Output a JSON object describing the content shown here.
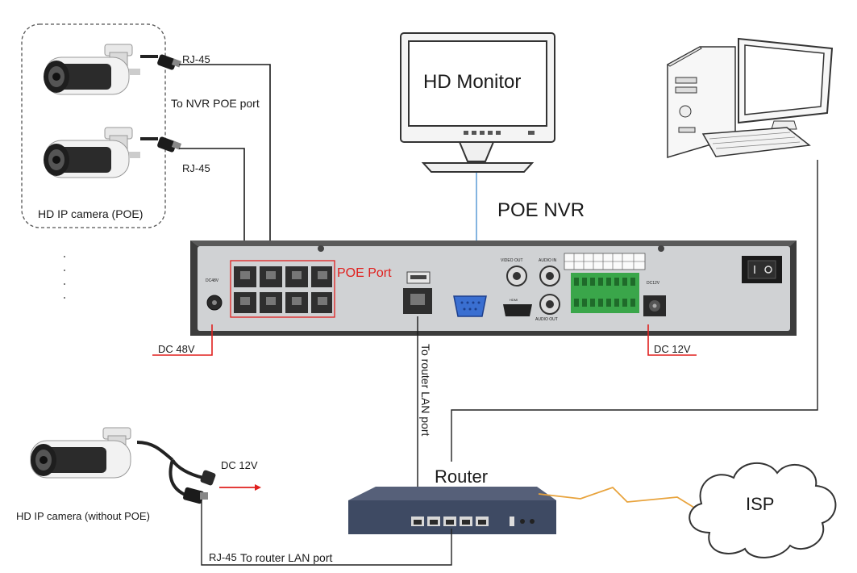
{
  "labels": {
    "rj45_top": "RJ-45",
    "to_nvr_poe_port": "To NVR POE port",
    "rj45_second": "RJ-45",
    "hd_ip_camera_poe": "HD IP camera (POE)",
    "hd_monitor": "HD Monitor",
    "poe_nvr": "POE NVR",
    "poe_port": "POE Port",
    "dc_48v": "DC 48V",
    "dc_12v_nvr": "DC 12V",
    "to_router_lan_port_vertical": "To router LAN port",
    "router": "Router",
    "isp": "ISP",
    "dc_12v_camera": "DC 12V",
    "hd_ip_camera_without_poe": "HD IP camera (without POE)",
    "rj45_bottom": "RJ-45",
    "to_router_lan_port_bottom": "To router LAN port"
  },
  "nvr_panel": {
    "video_out": "VIDEO OUT",
    "audio_in": "AUDIO IN",
    "audio_out": "AUDIO OUT",
    "hdmi": "HDMI",
    "dc12v": "DC12V",
    "dc48v": "DC48V"
  },
  "colors": {
    "cable": "#1a1a1a",
    "power_line": "#e0201e",
    "vga_cable": "#5b9bd5",
    "wan_line": "#e8a33c",
    "nvr_body": "#3c3c3c",
    "nvr_face": "#d0d2d4",
    "terminal_green": "#3aa64a",
    "router_body": "#3e4a63"
  }
}
